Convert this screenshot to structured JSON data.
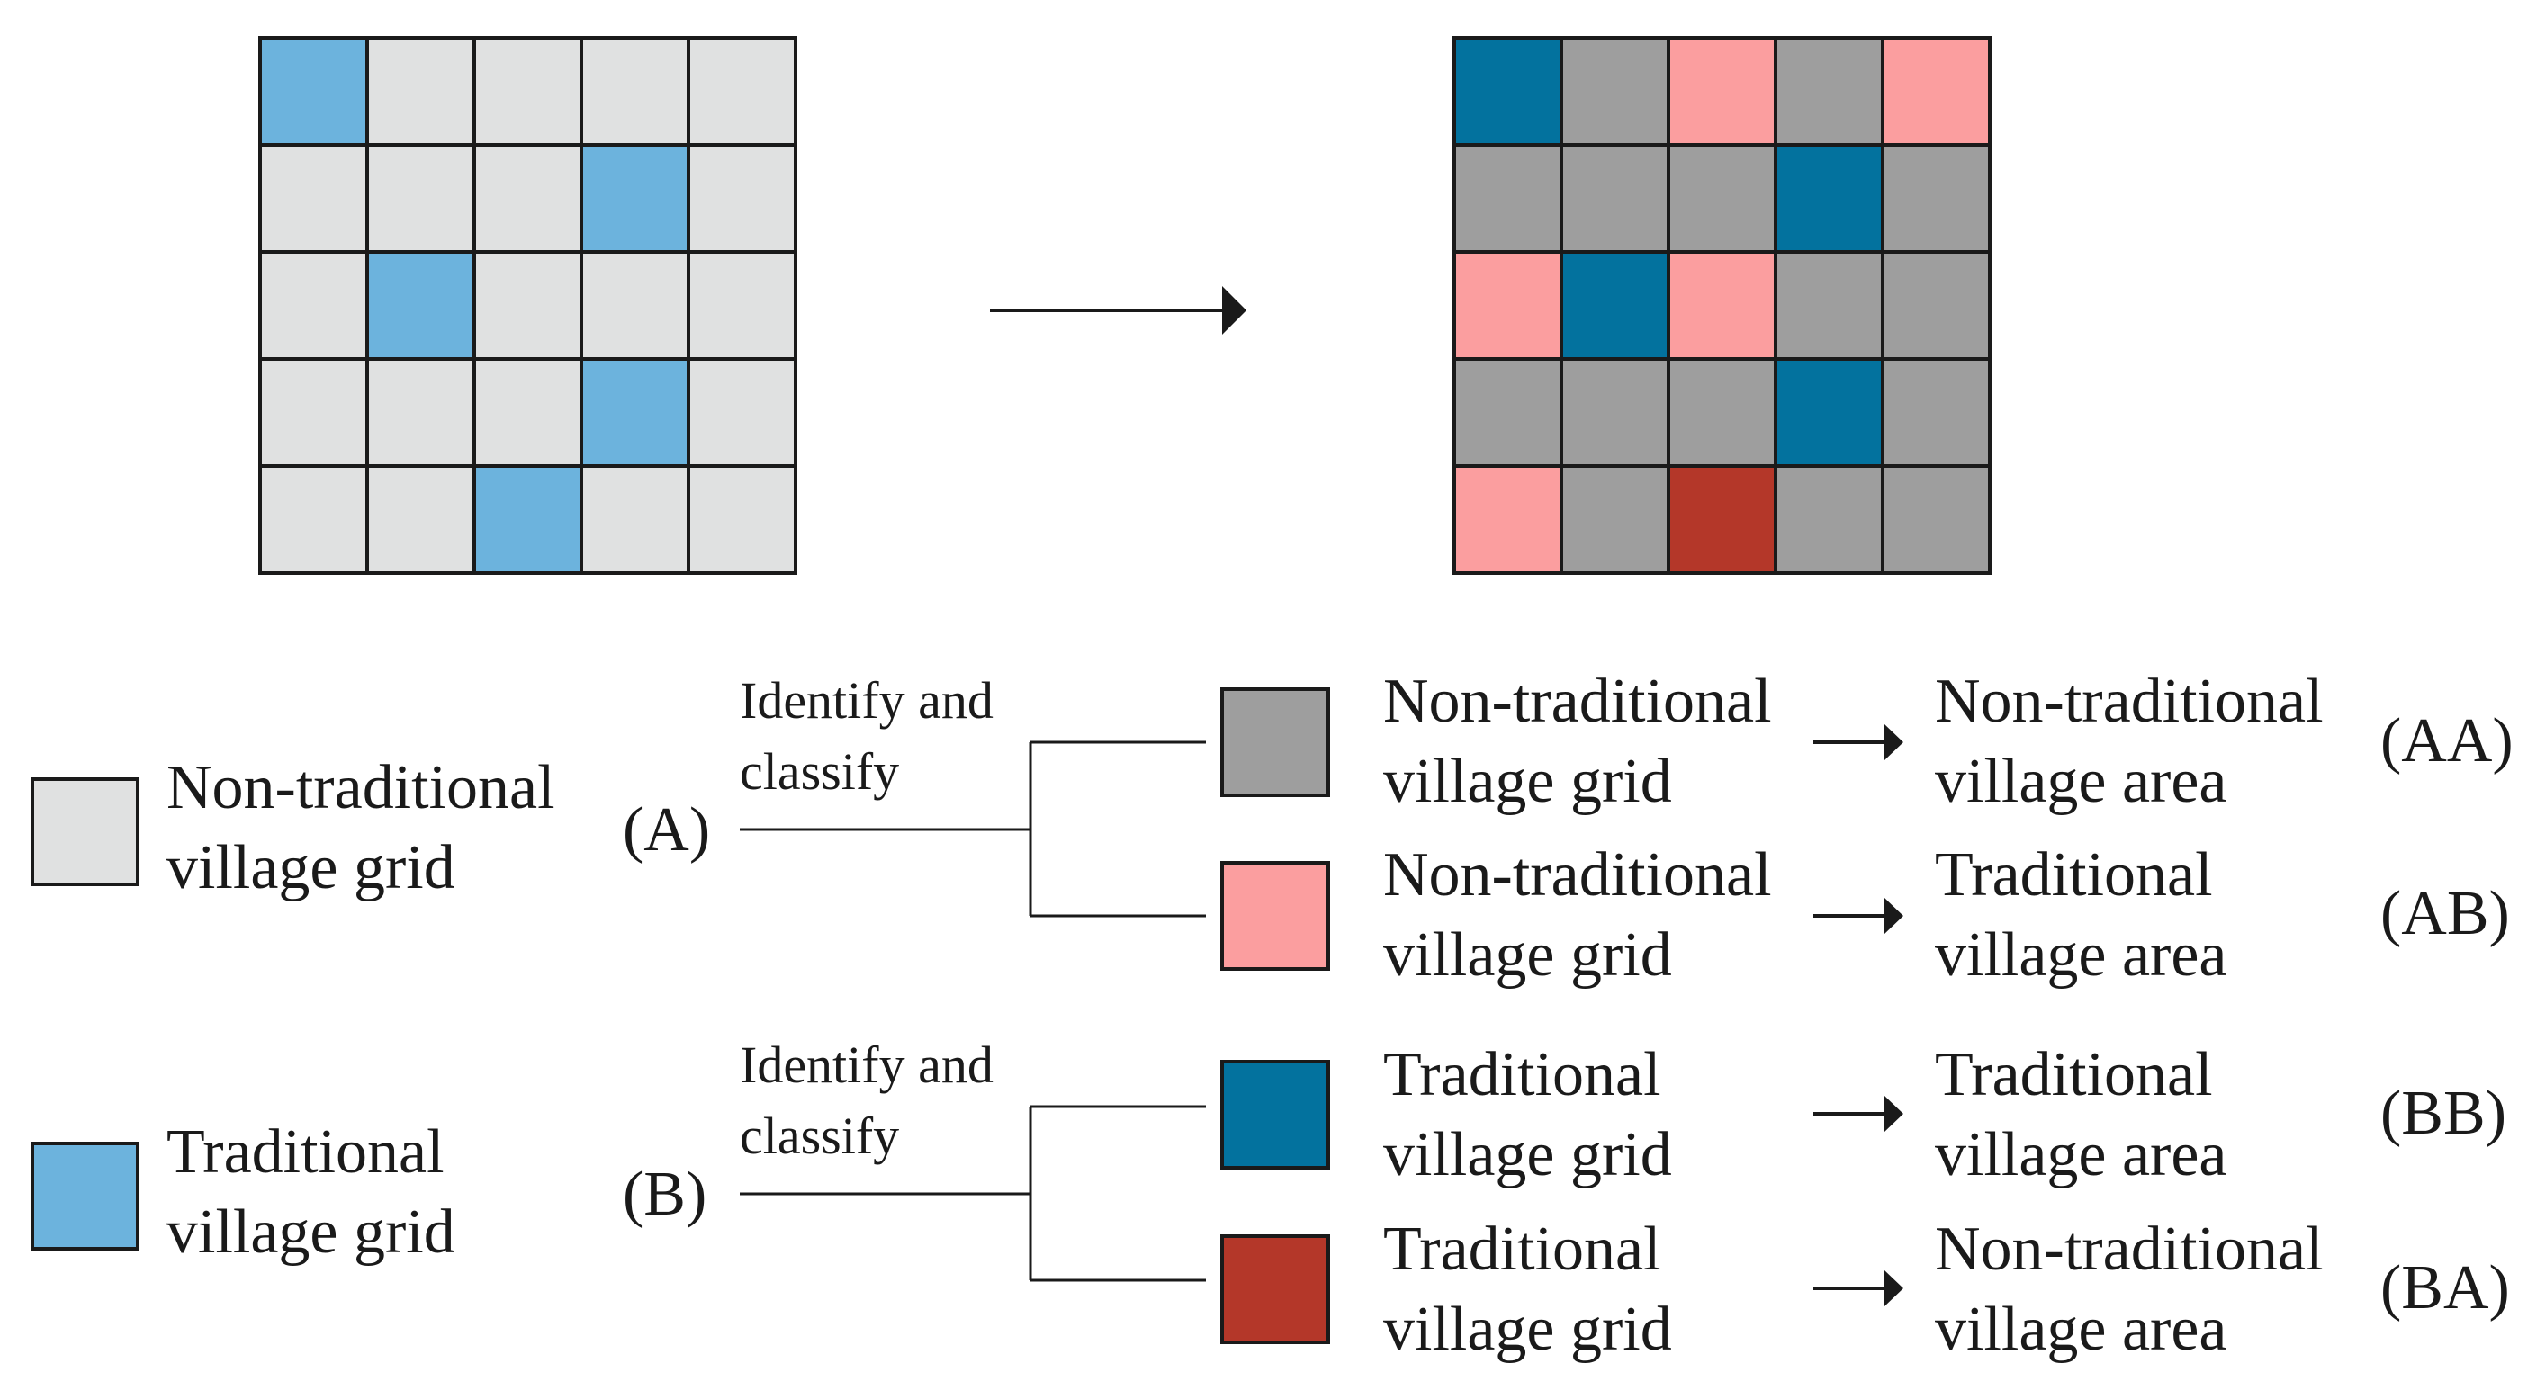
{
  "colors": {
    "non_traditional_input": "#e0e1e1",
    "traditional_input": "#6cb3dd",
    "AA": "#9e9e9e",
    "AB": "#fb9e9f",
    "BB": "#03729e",
    "BA": "#b43729",
    "line": "#1a1a1a"
  },
  "grids": {
    "before": {
      "rows": [
        [
          "T",
          "N",
          "N",
          "N",
          "N"
        ],
        [
          "N",
          "N",
          "N",
          "T",
          "N"
        ],
        [
          "N",
          "T",
          "N",
          "N",
          "N"
        ],
        [
          "N",
          "N",
          "N",
          "T",
          "N"
        ],
        [
          "N",
          "N",
          "T",
          "N",
          "N"
        ]
      ]
    },
    "after": {
      "rows": [
        [
          "BB",
          "AA",
          "AB",
          "AA",
          "AB"
        ],
        [
          "AA",
          "AA",
          "AA",
          "BB",
          "AA"
        ],
        [
          "AB",
          "BB",
          "AB",
          "AA",
          "AA"
        ],
        [
          "AA",
          "AA",
          "AA",
          "BB",
          "AA"
        ],
        [
          "AB",
          "AA",
          "BA",
          "AA",
          "AA"
        ]
      ]
    }
  },
  "legend": {
    "non_traditional": {
      "line1": "Non-traditional",
      "line2": "village grid"
    },
    "traditional": {
      "line1": "Traditional",
      "line2": "village grid"
    }
  },
  "branches": [
    {
      "label": "(A)",
      "action_line1": "Identify and",
      "action_line2": "classify",
      "outcomes": [
        {
          "code": "(AA)",
          "grid_line1": "Non-traditional",
          "grid_line2": "village grid",
          "area_line1": "Non-traditional",
          "area_line2": "village area"
        },
        {
          "code": "(AB)",
          "grid_line1": "Non-traditional",
          "grid_line2": "village grid",
          "area_line1": "Traditional",
          "area_line2": "village area"
        }
      ]
    },
    {
      "label": "(B)",
      "action_line1": "Identify and",
      "action_line2": "classify",
      "outcomes": [
        {
          "code": "(BB)",
          "grid_line1": "Traditional",
          "grid_line2": "village grid",
          "area_line1": "Traditional",
          "area_line2": "village area"
        },
        {
          "code": "(BA)",
          "grid_line1": "Traditional",
          "grid_line2": "village grid",
          "area_line1": "Non-traditional",
          "area_line2": "village area"
        }
      ]
    }
  ]
}
